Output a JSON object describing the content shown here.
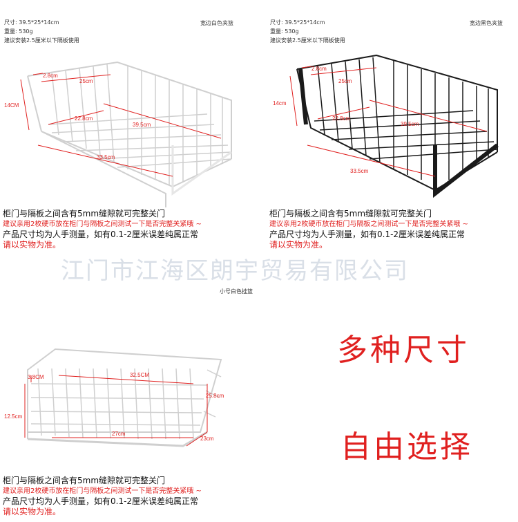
{
  "panel1": {
    "spec_size": "尺寸: 39.5*25*14cm",
    "spec_weight": "重量: 530g",
    "spec_note": "建议安装2.5厘米以下隔板使用",
    "tag": "宽边白色夹篮",
    "dims": {
      "d1": "2.8cm",
      "d2": "25cm",
      "d3": "14CM",
      "d4": "22.8cm",
      "d5": "39.5cm",
      "d6": "33.5cm"
    }
  },
  "panel2": {
    "spec_size": "尺寸: 39.5*25*14cm",
    "spec_weight": "重量: 530g",
    "spec_note": "建议安装2.5厘米以下隔板使用",
    "tag": "宽边黑色夹篮",
    "dims": {
      "d1": "2.8cm",
      "d2": "25cm",
      "d3": "14cm",
      "d4": "22.8cm",
      "d5": "39.5cm",
      "d6": "33.5cm"
    }
  },
  "panel3": {
    "tag": "小号白色挂篮",
    "dims": {
      "d1": "3.8CM",
      "d2": "32.5CM",
      "d3": "25.8cm",
      "d4": "12.5cm",
      "d5": "27cm",
      "d6": "23cm"
    }
  },
  "caption": {
    "line1": "柜门与隔板之间含有5mm缝隙就可完整关门",
    "line2": "建议亲用2枚硬币放在柜门与隔板之间测试一下是否完整关紧哦 ~",
    "line3": "产品尺寸均为人手测量，如有0.1-2厘米误差纯属正常",
    "line4": "请以实物为准。"
  },
  "watermark": "江门市江海区朗宇贸易有限公司",
  "promo": {
    "line1": "多种尺寸",
    "line2": "自由选择"
  },
  "colors": {
    "red": "#e0201f",
    "basket_white": "#cfcfcf",
    "basket_black": "#1a1a1a"
  }
}
